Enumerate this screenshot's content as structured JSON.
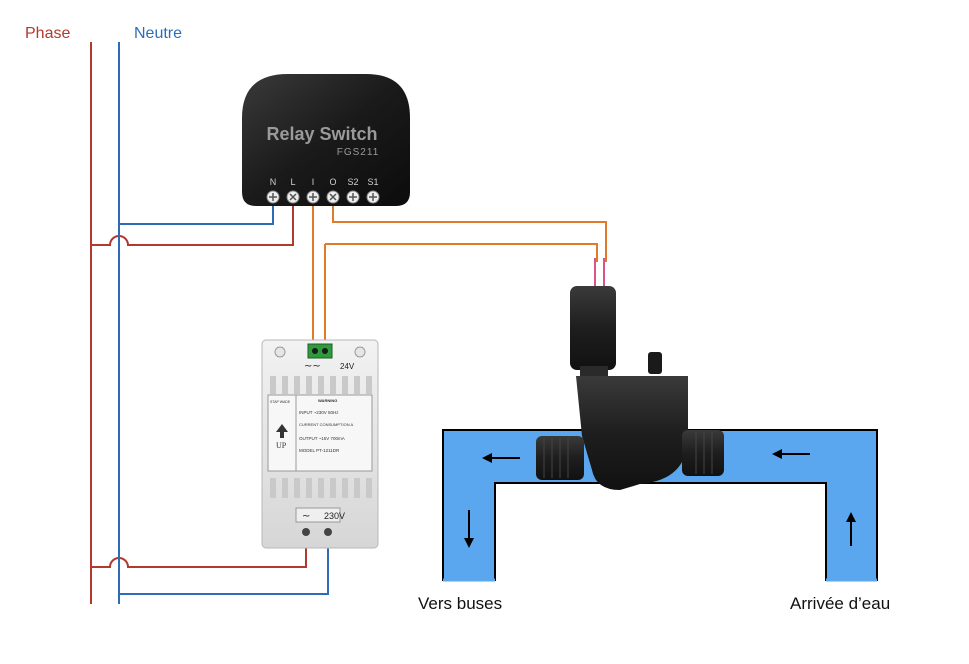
{
  "labels": {
    "phase": "Phase",
    "neutre": "Neutre",
    "vers_buses": "Vers buses",
    "arrivee_eau": "Arrivée d’eau"
  },
  "relay": {
    "title": "Relay Switch",
    "model": "FGS211",
    "terminals": [
      "N",
      "L",
      "I",
      "O",
      "S2",
      "S1"
    ]
  },
  "transformer": {
    "output_label": "24V",
    "input_label": "230V",
    "left_text": [
      "STAP WADE",
      "UP"
    ],
    "warning": "WARNING",
    "spec_lines": [
      "INPUT ~230V 50Hz",
      "CURRENT CONSUMPTION A",
      "OUTPUT ~15V 700mA",
      "MODEL PT-1211DR"
    ]
  },
  "colors": {
    "phase": "#b03a2e",
    "neutre": "#2e6db4",
    "signal": "#e07b2a",
    "water": "#5aa7f0",
    "relay_body": "#1d1d1d",
    "valve_body": "#222222"
  },
  "icons": [
    "arrow-left-icon",
    "arrow-down-icon",
    "arrow-up-icon"
  ]
}
